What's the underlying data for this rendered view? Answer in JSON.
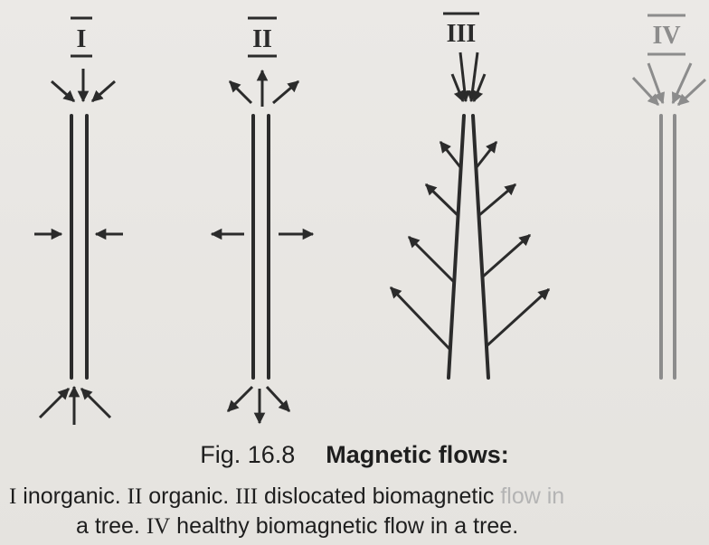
{
  "panels": [
    {
      "numeral": "I",
      "kind": "inorganic"
    },
    {
      "numeral": "II",
      "kind": "organic"
    },
    {
      "numeral": "III",
      "kind": "dislocated"
    },
    {
      "numeral": "IV",
      "kind": "healthy"
    }
  ],
  "caption": {
    "figure_label": "Fig. 16.8",
    "figure_title": "Magnetic flows:",
    "line2": {
      "n1": "I",
      "t1": " inorganic.  ",
      "n2": "II",
      "t2": " organic.  ",
      "n3": "III",
      "t3": " dislocated biomagnetic ",
      "faded": "flow in"
    },
    "line3": {
      "t1": "a tree. ",
      "n4": "IV",
      "t2": " healthy biomagnetic flow in a tree."
    }
  },
  "colors": {
    "ink": "#2b2b2b",
    "faded_ink": "#8c8c8c",
    "paper": "#e9e7e4"
  }
}
